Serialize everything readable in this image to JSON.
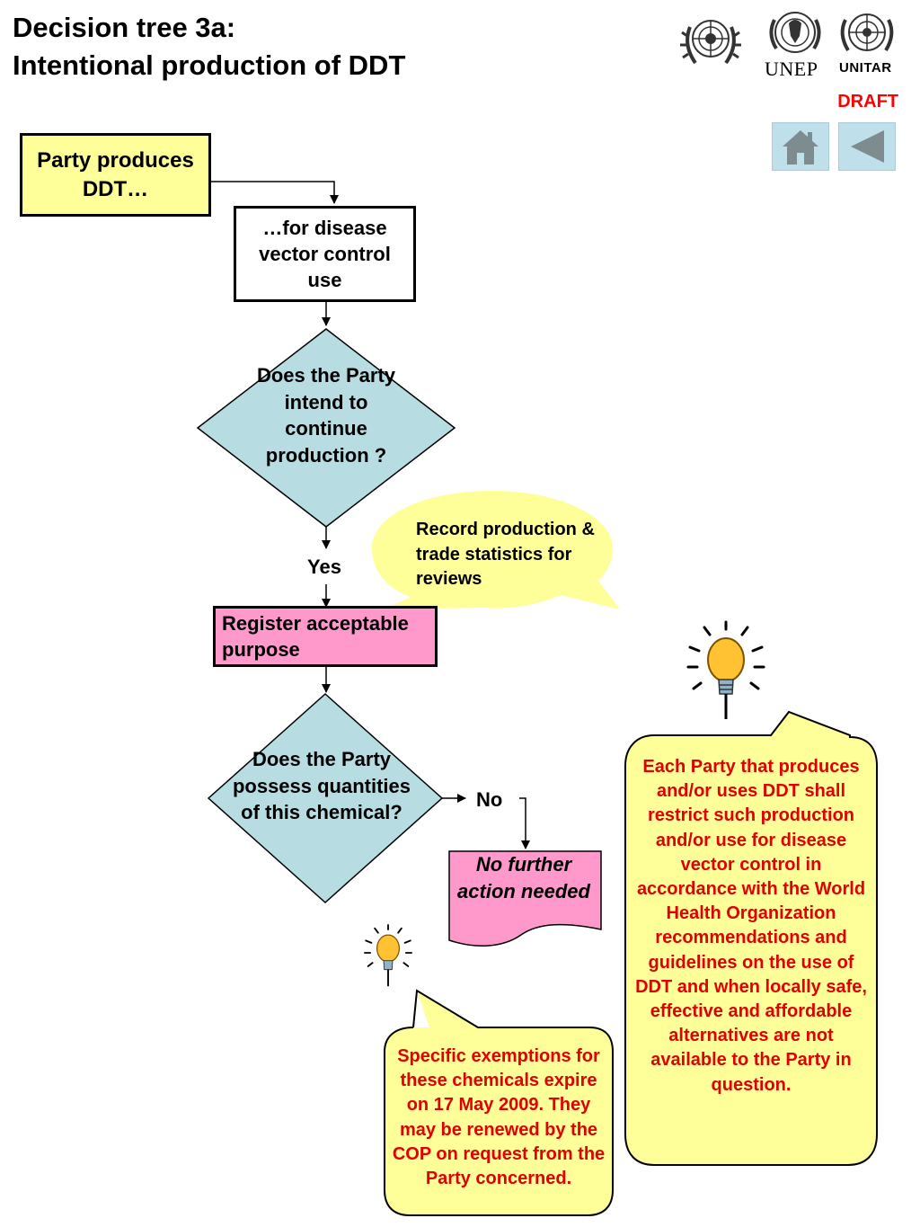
{
  "header": {
    "title_line1": "Decision tree 3a:",
    "title_line2": "Intentional production of DDT",
    "draft_label": "DRAFT"
  },
  "logos": [
    {
      "name": "UN",
      "icon": "un-emblem-icon",
      "label": ""
    },
    {
      "name": "UNEP",
      "icon": "unep-emblem-icon",
      "label": "UNEP"
    },
    {
      "name": "UNITAR",
      "icon": "unitar-emblem-icon",
      "label": "UNITAR"
    }
  ],
  "nav": {
    "home_icon": "home-icon",
    "back_icon": "back-arrow-icon"
  },
  "flow": {
    "start": "Party produces DDT…",
    "disease": "…for disease vector control use",
    "q1": "Does the Party intend to continue production ?",
    "yes_label": "Yes",
    "register": "Register acceptable purpose",
    "q2": "Does the Party possess quantities of this chemical?",
    "no_label": "No",
    "no_action": "No further action needed"
  },
  "callouts": {
    "record": "Record production & trade statistics for reviews",
    "who_note": "Each Party that produces and/or uses DDT shall restrict such production and/or use for disease vector control in accordance with the World Health Organization recommendations and guidelines on the use of DDT and when locally safe, effective and affordable alternatives are not available to the Party in question.",
    "exemption_note": "Specific exemptions for these chemicals expire on 17 May 2009. They may be renewed by the COP on request from  the Party concerned."
  },
  "colors": {
    "start_fill": "#ffff99",
    "decision_fill": "#b7dde3",
    "pink_fill": "#ff99cc",
    "callout_fill": "#ffff99",
    "note_text": "#e00000",
    "draft": "#ff0000",
    "nav_fill": "#bfe0ea"
  }
}
